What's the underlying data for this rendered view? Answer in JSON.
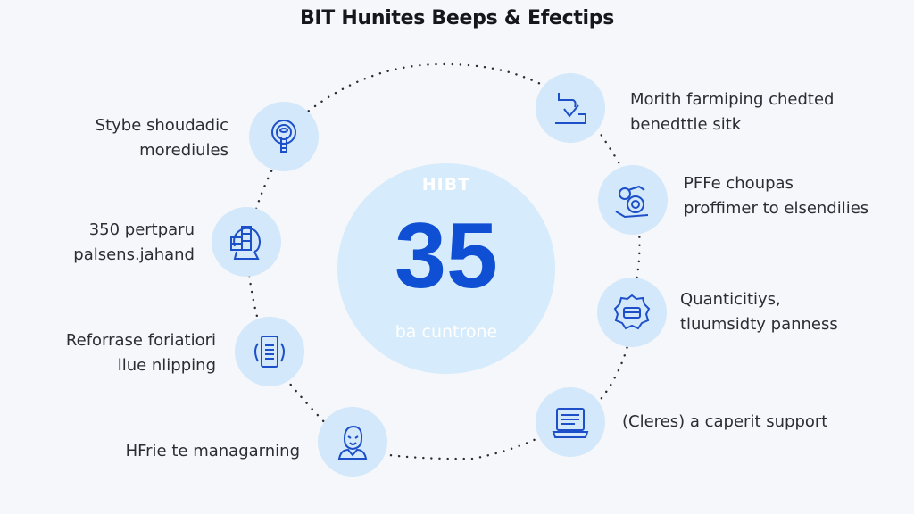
{
  "title": "BIT Hunites Beeps & Efectips",
  "center": {
    "kicker": "HIBT",
    "value": "35",
    "caption": "ba cuntrone"
  },
  "nodes_left": [
    {
      "icon": "lightbulb-icon",
      "line1": "Stybe shoudadic",
      "line2": "morediules"
    },
    {
      "icon": "database-server-icon",
      "line1": "350 pertparu",
      "line2": "palsens.jahand"
    },
    {
      "icon": "document-list-icon",
      "line1": "Reforrase foriatiori",
      "line2": "llue nlipping"
    },
    {
      "icon": "person-headset-icon",
      "line1": "HFrie te managarning",
      "line2": ""
    }
  ],
  "nodes_right": [
    {
      "icon": "checkmark-signature-icon",
      "line1": "Morith farmiping chedted",
      "line2": "benedttle sitk"
    },
    {
      "icon": "gears-hand-icon",
      "line1": "PFFe choupas",
      "line2": "proffimer to elsendilies"
    },
    {
      "icon": "badge-card-icon",
      "line1": "Quanticitiys,",
      "line2": "tluumsidty panness"
    },
    {
      "icon": "laptop-icon",
      "line1": "(Cleres) a caperit support",
      "line2": ""
    }
  ],
  "colors": {
    "background": "#f5f7fa",
    "accent": "#0f4fd3",
    "node_fill": "#d3e8fa",
    "center_fill": "#d6ebfb",
    "icon_stroke": "#1d4fc9",
    "dots": "#2a2d33"
  }
}
